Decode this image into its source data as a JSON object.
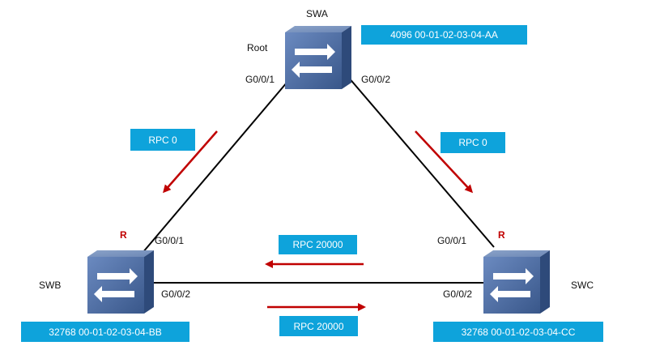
{
  "switches": {
    "swa": {
      "name": "SWA",
      "role": "Root",
      "port1": "G0/0/1",
      "port2": "G0/0/2",
      "bridge_id": "4096 00-01-02-03-04-AA"
    },
    "swb": {
      "name": "SWB",
      "root_port_marker": "R",
      "port1": "G0/0/1",
      "port2": "G0/0/2",
      "bridge_id": "32768 00-01-02-03-04-BB"
    },
    "swc": {
      "name": "SWC",
      "root_port_marker": "R",
      "port1": "G0/0/1",
      "port2": "G0/0/2",
      "bridge_id": "32768 00-01-02-03-04-CC"
    }
  },
  "rpc_labels": {
    "swa_to_swb": "RPC 0",
    "swa_to_swc": "RPC 0",
    "swc_to_swb": "RPC 20000",
    "swb_to_swc": "RPC 20000"
  },
  "colors": {
    "link": "#000000",
    "arrow": "#c00000",
    "label_box": "#0ea3db",
    "switch_body": "#4a6a9e"
  },
  "icons": {
    "switch": "switch-icon",
    "arrow": "arrow-icon"
  }
}
